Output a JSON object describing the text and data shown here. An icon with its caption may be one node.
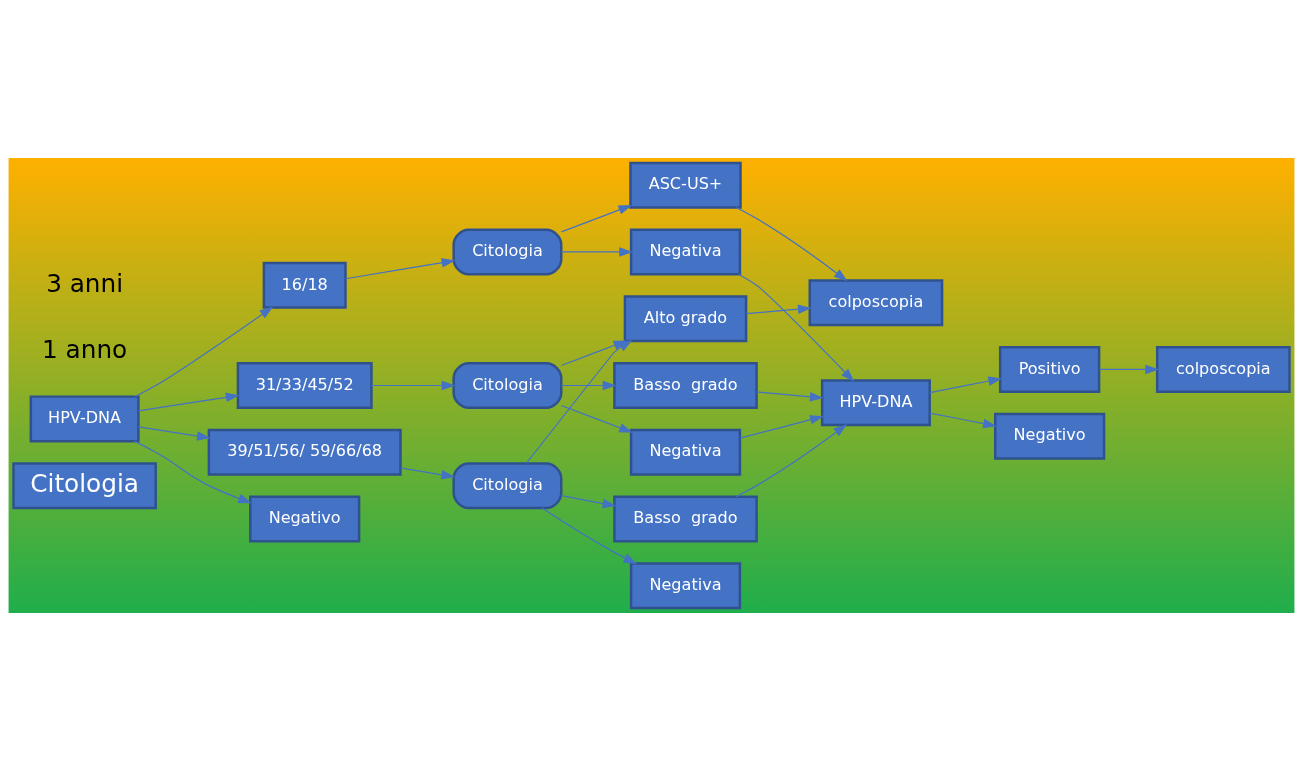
{
  "diagram": {
    "nodes": [
      {
        "text": [
          "Citologia"
        ]
      },
      {
        "text": [
          "HPV-DNA"
        ]
      },
      {
        "text": [
          "16/18"
        ]
      },
      {
        "text": [
          "31/33/45/52"
        ]
      },
      {
        "text": [
          "39/51/56/ 59/66/68"
        ]
      },
      {
        "text": [
          "Negativo"
        ]
      },
      {
        "text": [
          "Citologia"
        ]
      },
      {
        "text": [
          "Citologia"
        ]
      },
      {
        "text": [
          "Citologia"
        ]
      },
      {
        "text": [
          "Alto grado"
        ]
      },
      {
        "text": [
          "ASC-US+"
        ]
      },
      {
        "text": [
          "colposcopia"
        ]
      },
      {
        "text": [
          "Negativa"
        ]
      },
      {
        "text": [
          "Basso  grado"
        ]
      },
      {
        "text": [
          "Negativa"
        ]
      },
      {
        "text": [
          "Basso  grado"
        ]
      },
      {
        "text": [
          "Negativa"
        ]
      },
      {
        "text": [
          "HPV-DNA"
        ]
      },
      {
        "text": [
          "Positivo"
        ]
      },
      {
        "text": [
          "colposcopia"
        ]
      },
      {
        "text": [
          "Negativo"
        ]
      }
    ],
    "edges": [
      {
        "from": 1,
        "to": 2,
        "arrow": "to"
      },
      {
        "from": 1,
        "to": 3,
        "arrow": "to"
      },
      {
        "from": 1,
        "to": 4,
        "arrow": "to"
      },
      {
        "from": 1,
        "to": 5,
        "arrow": "to"
      },
      {
        "from": 2,
        "to": 6,
        "arrow": "to"
      },
      {
        "from": 3,
        "to": 7,
        "arrow": "to"
      },
      {
        "from": 4,
        "to": 8,
        "arrow": "to"
      },
      {
        "from": 6,
        "to": 10,
        "arrow": "to"
      },
      {
        "from": 6,
        "to": 12,
        "arrow": "to"
      },
      {
        "from": 7,
        "to": 9,
        "arrow": "to"
      },
      {
        "from": 7,
        "to": 13,
        "arrow": "to"
      },
      {
        "from": 7,
        "to": 14,
        "arrow": "to"
      },
      {
        "from": 8,
        "to": 9,
        "arrow": "to"
      },
      {
        "from": 8,
        "to": 15,
        "arrow": "to"
      },
      {
        "from": 8,
        "to": 16,
        "arrow": "to"
      },
      {
        "from": 9,
        "to": 11,
        "arrow": "to"
      },
      {
        "from": 10,
        "to": 11,
        "arrow": "to"
      },
      {
        "from": 12,
        "to": 17,
        "arrow": "to"
      },
      {
        "from": 13,
        "to": 17,
        "arrow": "to"
      },
      {
        "from": 14,
        "to": 17,
        "arrow": "to"
      },
      {
        "from": 15,
        "to": 17,
        "arrow": "to"
      },
      {
        "from": 17,
        "to": 18,
        "arrow": "to"
      },
      {
        "from": 18,
        "to": 19,
        "arrow": "to"
      },
      {
        "from": 17,
        "to": 20,
        "arrow": "to"
      }
    ],
    "labels": [
      "1 anno",
      "3 anni"
    ]
  }
}
